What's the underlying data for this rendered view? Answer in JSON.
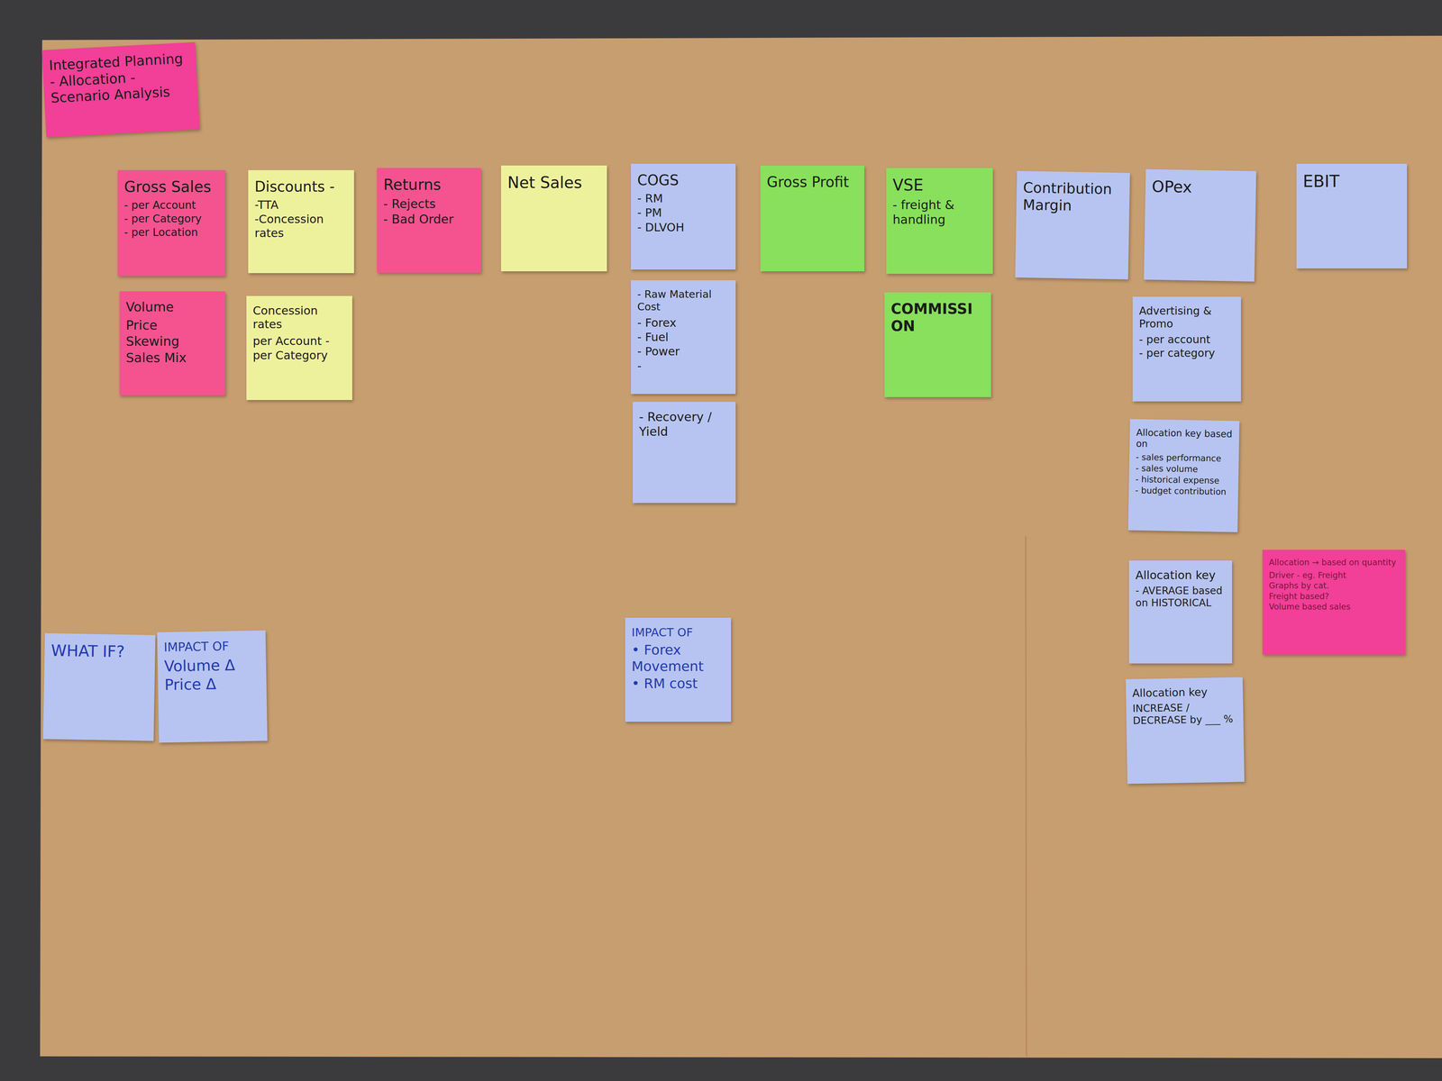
{
  "diagram": {
    "nodes": [
      {
        "text": [
          "Integrated Planning - Allocation - Scenario Analysis"
        ]
      },
      {
        "text": [
          "Gross Sales",
          "- per Account",
          "- per Category",
          "- per Location"
        ]
      },
      {
        "text": [
          "Discounts -",
          "-TTA",
          "-Concession rates"
        ]
      },
      {
        "text": [
          "Returns",
          "- Rejects",
          "- Bad Order"
        ]
      },
      {
        "text": [
          "Net Sales"
        ]
      },
      {
        "text": [
          "COGS",
          "- RM",
          "- PM",
          "- DLVOH"
        ]
      },
      {
        "text": [
          "Gross Profit"
        ]
      },
      {
        "text": [
          "VSE",
          "- freight & handling"
        ]
      },
      {
        "text": [
          "Contribution Margin"
        ]
      },
      {
        "text": [
          "OPex"
        ]
      },
      {
        "text": [
          "EBIT"
        ]
      },
      {
        "text": [
          "Volume",
          "Price",
          "Skewing",
          "Sales Mix"
        ]
      },
      {
        "text": [
          "Concession rates",
          "per Account -",
          "per Category"
        ]
      },
      {
        "text": [
          "- Raw Material Cost",
          "- Forex",
          "- Fuel",
          "- Power",
          "-"
        ]
      },
      {
        "text": [
          "COMMISSION"
        ]
      },
      {
        "text": [
          "Advertising & Promo",
          "- per account",
          "- per category"
        ]
      },
      {
        "text": [
          "- Recovery / Yield"
        ]
      },
      {
        "text": [
          "Allocation key based on",
          "- sales performance",
          "- sales volume",
          "- historical expense",
          "- budget contribution"
        ]
      },
      {
        "text": [
          "Allocation key",
          "- AVERAGE based on HISTORICAL"
        ]
      },
      {
        "text": [
          "Allocation → based on quantity",
          "Driver - eg. Freight",
          "Graphs by cat.",
          "Freight based?",
          "Volume based sales"
        ]
      },
      {
        "text": [
          "Allocation key",
          "INCREASE / DECREASE by ___ %"
        ]
      },
      {
        "text": [
          "WHAT IF?"
        ]
      },
      {
        "text": [
          "IMPACT OF",
          "Volume Δ",
          "Price Δ"
        ]
      },
      {
        "text": [
          "IMPACT OF",
          "• Forex Movement",
          "• RM cost"
        ]
      }
    ]
  }
}
